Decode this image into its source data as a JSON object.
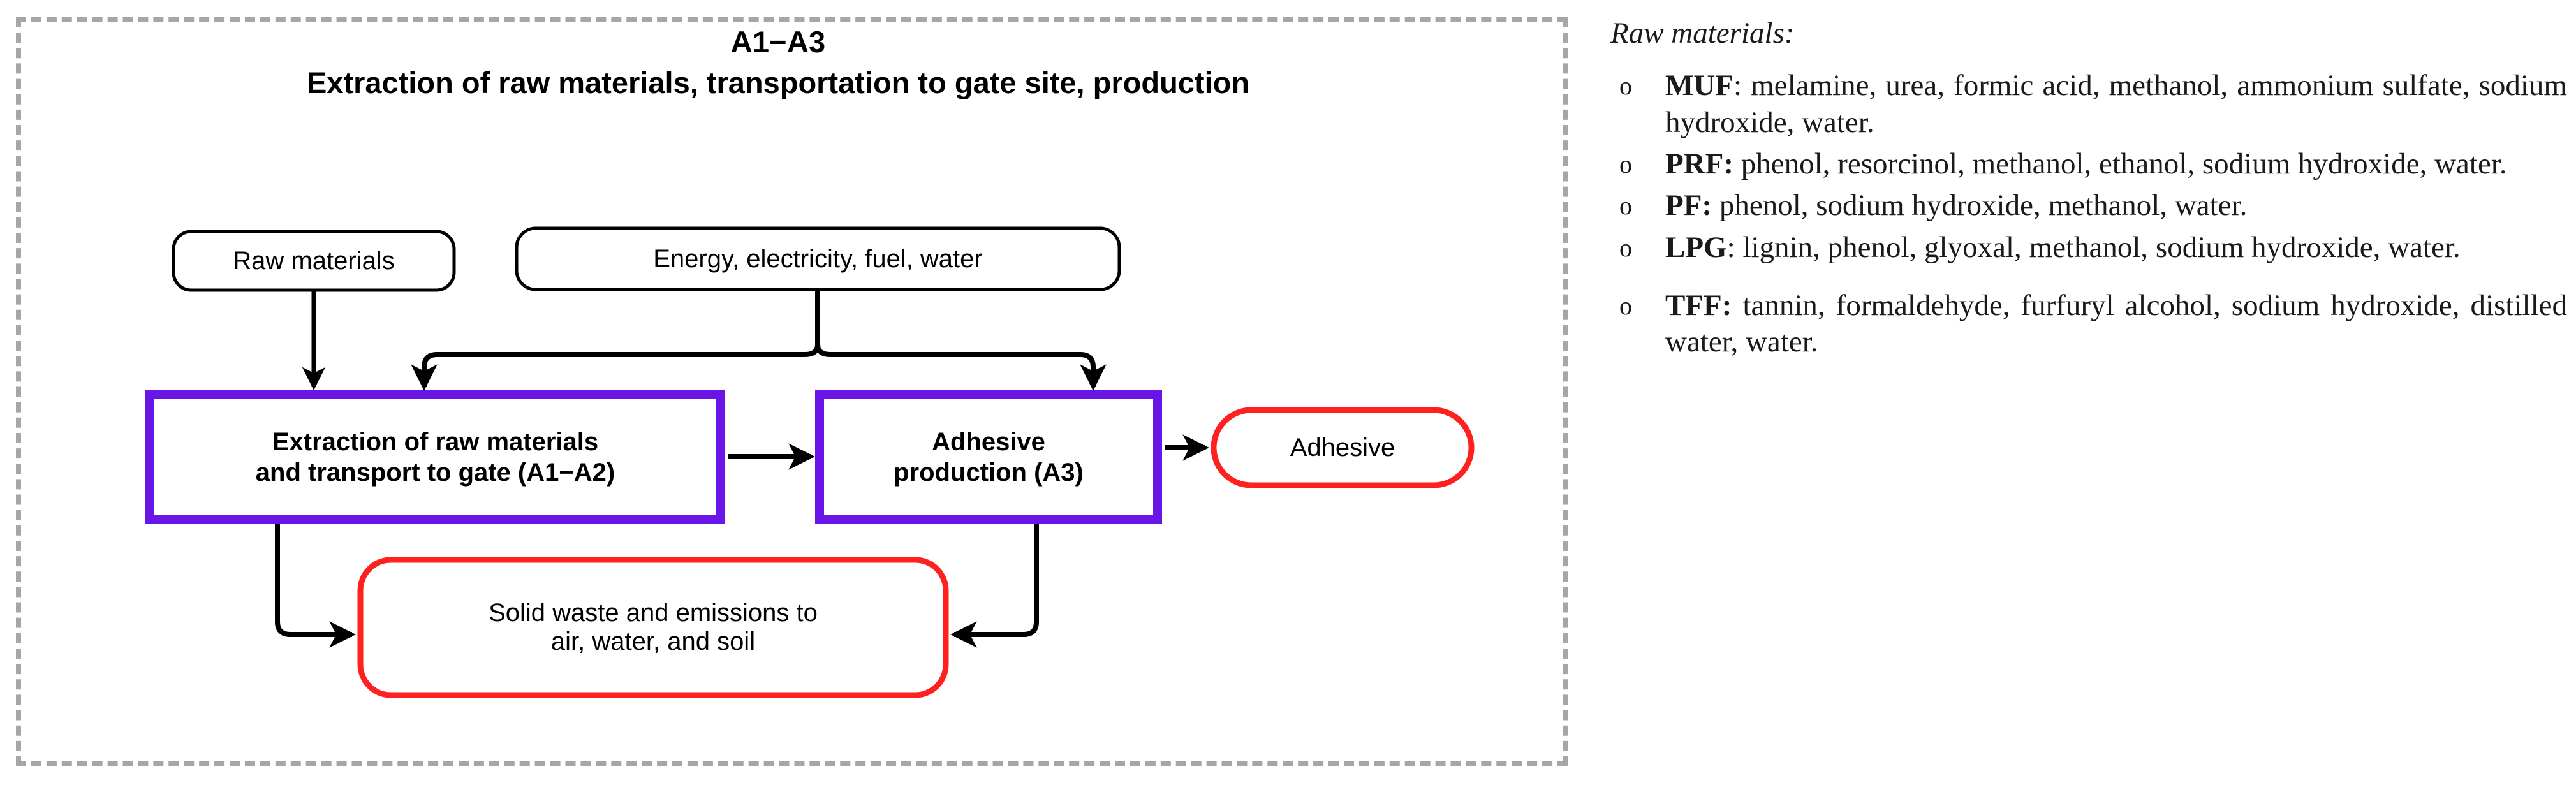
{
  "panel": {
    "title_line1": "A1−A3",
    "title_line2": "Extraction of raw materials, transportation to gate site, production"
  },
  "flow": {
    "nodes": {
      "raw_materials": "Raw materials",
      "energy": "Energy, electricity, fuel, water",
      "extraction_line1": "Extraction of raw materials",
      "extraction_line2": "and transport to gate (A1−A2)",
      "adhesive_production_line1": "Adhesive",
      "adhesive_production_line2": "production (A3)",
      "adhesive": "Adhesive",
      "waste_line1": "Solid waste and emissions to",
      "waste_line2": "air, water, and soil"
    },
    "colors": {
      "process_border": "#6a15e8",
      "output_border": "#ff2020",
      "input_border": "#000000",
      "arrow": "#000000",
      "panel_border": "#a6a6a6"
    }
  },
  "raw_materials": {
    "heading": "Raw materials:",
    "bullet_glyph": "o",
    "items": [
      {
        "code": "MUF",
        "sep": ": ",
        "text": "melamine, urea, formic acid, methanol, ammonium sulfate, sodium hydroxide, water."
      },
      {
        "code": "PRF:",
        "sep": "  ",
        "text": "phenol, resorcinol, methanol, ethanol, sodium hydroxide, water."
      },
      {
        "code": "PF:",
        "sep": " ",
        "text": "phenol, sodium hydroxide, methanol, water."
      },
      {
        "code": "LPG",
        "sep": ": ",
        "text": "lignin, phenol, glyoxal, methanol, sodium hydroxide, water."
      },
      {
        "code": "TFF:",
        "sep": " ",
        "text": "tannin, formaldehyde, furfuryl alcohol, sodium hydroxide, distilled water, water."
      }
    ]
  }
}
